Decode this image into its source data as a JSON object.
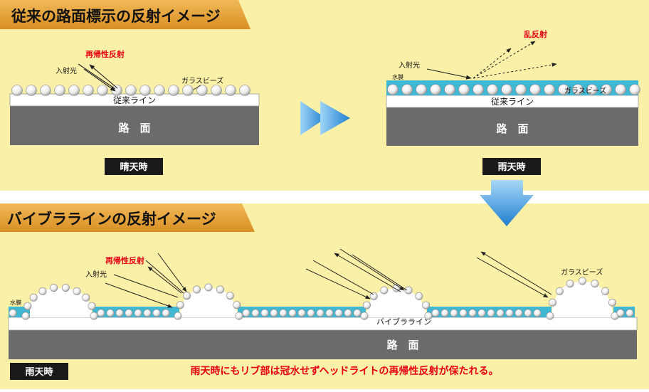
{
  "top": {
    "title": "従来の路面標示の反射イメージ",
    "sunny": {
      "label_retro": "再帰性反射",
      "label_incident": "入射光",
      "label_beads": "ガラスビーズ",
      "label_line": "従来ライン",
      "label_road": "路　面",
      "badge": "晴天時"
    },
    "rainy": {
      "label_scatter": "乱反射",
      "label_incident": "入射光",
      "label_water": "水膜",
      "label_beads": "ガラスビーズ",
      "label_line": "従来ライン",
      "label_road": "路　面",
      "badge": "雨天時"
    }
  },
  "bottom": {
    "title": "バイブララインの反射イメージ",
    "label_retro": "再帰性反射",
    "label_incident": "入射光",
    "label_water": "水膜",
    "label_beads": "ガラスビーズ",
    "label_line": "バイブラライン",
    "label_road": "路　面",
    "badge": "雨天時",
    "caption": "雨天時にもリブ部は冠水せずヘッドライトの再帰性反射が保たれる。"
  },
  "colors": {
    "title_band": "#e8a33a",
    "panel_bg": "#faf0a8",
    "road": "#6b6b6b",
    "water": "#3fb8d4",
    "caption_red": "#e60012",
    "arrow_blue": "#3a9fe0"
  }
}
